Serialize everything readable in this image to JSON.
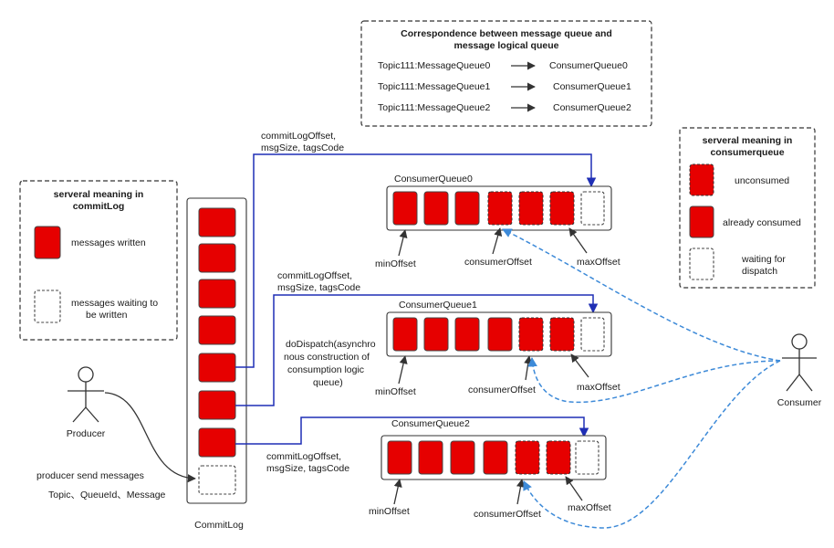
{
  "correspondence_legend": {
    "title_line1": "Correspondence between message queue and",
    "title_line2": "message logical queue",
    "rows": [
      {
        "from": "Topic111:MessageQueue0",
        "to": "ConsumerQueue0"
      },
      {
        "from": "Topic111:MessageQueue1",
        "to": "ConsumerQueue1"
      },
      {
        "from": "Topic111:MessageQueue2",
        "to": "ConsumerQueue2"
      }
    ]
  },
  "commitlog_legend": {
    "title_line1": "serveral meaning in",
    "title_line2": "commitLog",
    "written": "messages written",
    "waiting_line1": "messages waiting to",
    "waiting_line2": "be written"
  },
  "consumerqueue_legend": {
    "title_line1": "serveral meaning in",
    "title_line2": "consumerqueue",
    "unconsumed": "unconsumed",
    "consumed": "already consumed",
    "waiting_line1": "waiting for",
    "waiting_line2": "dispatch"
  },
  "commitlog": {
    "label": "CommitLog"
  },
  "queues": [
    {
      "name": "ConsumerQueue0",
      "min": "minOffset",
      "consumer": "consumerOffset",
      "max": "maxOffset"
    },
    {
      "name": "ConsumerQueue1",
      "min": "minOffset",
      "consumer": "consumerOffset",
      "max": "maxOffset"
    },
    {
      "name": "ConsumerQueue2",
      "min": "minOffset",
      "consumer": "consumerOffset",
      "max": "maxOffset"
    }
  ],
  "labels": {
    "cl0_line1": "commitLogOffset,",
    "cl0_line2": "msgSize,  tagsCode",
    "cl1_line1": "commitLogOffset,",
    "cl1_line2": "msgSize,  tagsCode",
    "cl2_line1": "commitLogOffset,",
    "cl2_line2": "msgSize,  tagsCode",
    "dispatch_line1": "doDispatch(asynchro",
    "dispatch_line2": "nous construction of",
    "dispatch_line3": "consumption logic",
    "dispatch_line4": "queue)"
  },
  "producer": {
    "name": "Producer",
    "send_line1": "producer send messages",
    "send_line2": "Topic、QueueId、Message"
  },
  "consumer": {
    "name": "Consumer"
  },
  "colors": {
    "message_red": "#e60000",
    "commit_blue": "#1f2fb5",
    "consumer_blue": "#3d8ad8"
  }
}
